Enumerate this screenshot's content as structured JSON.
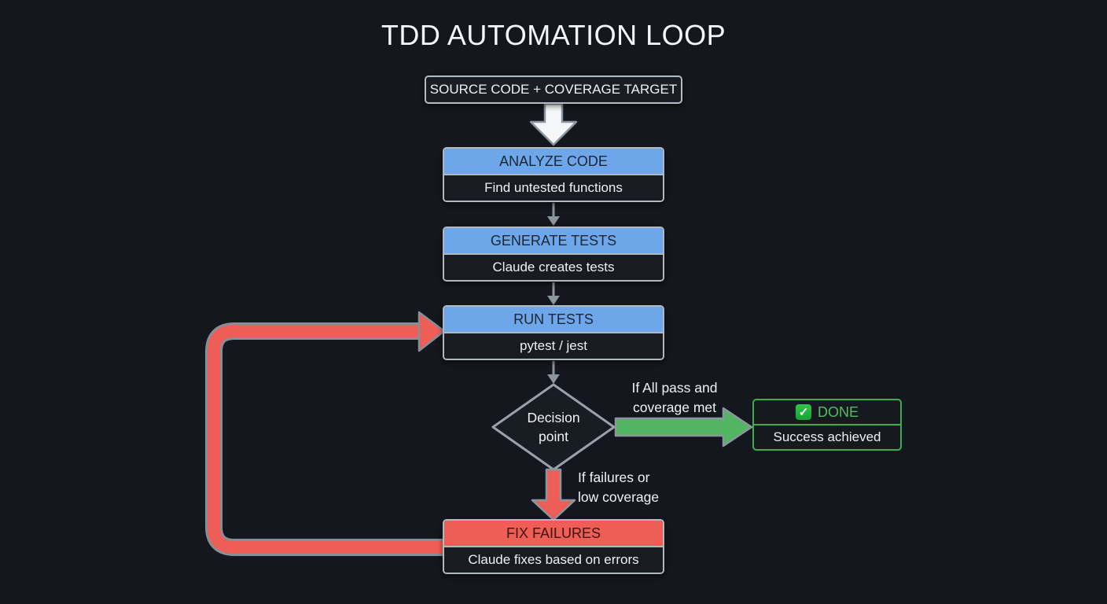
{
  "title": "TDD AUTOMATION LOOP",
  "nodes": {
    "source": {
      "label": "SOURCE CODE + COVERAGE TARGET"
    },
    "analyze": {
      "title": "ANALYZE CODE",
      "subtitle": "Find untested functions"
    },
    "generate": {
      "title": "GENERATE TESTS",
      "subtitle": "Claude creates tests"
    },
    "run": {
      "title": "RUN TESTS",
      "subtitle": "pytest / jest"
    },
    "decision": {
      "label_line1": "Decision",
      "label_line2": "point"
    },
    "done": {
      "title": "DONE",
      "subtitle": "Success achieved",
      "icon": "check-icon",
      "icon_glyph": "✓"
    },
    "fix": {
      "title": "FIX FAILURES",
      "subtitle": "Claude fixes based on errors"
    }
  },
  "edges": {
    "pass": {
      "line1": "If All pass and",
      "line2": "coverage met"
    },
    "fail": {
      "line1": "If failures or",
      "line2": "low coverage"
    }
  },
  "colors": {
    "background": "#14171d",
    "step_header_blue": "#6ea7e9",
    "fail_red": "#ee5e56",
    "success_green": "#52b562",
    "done_border_green": "#3cae4e",
    "connector_gray": "#8d959e",
    "box_border_gray": "#b0b8c0",
    "white_arrow": "#f4f6f9",
    "text_light": "#eef1f4"
  }
}
